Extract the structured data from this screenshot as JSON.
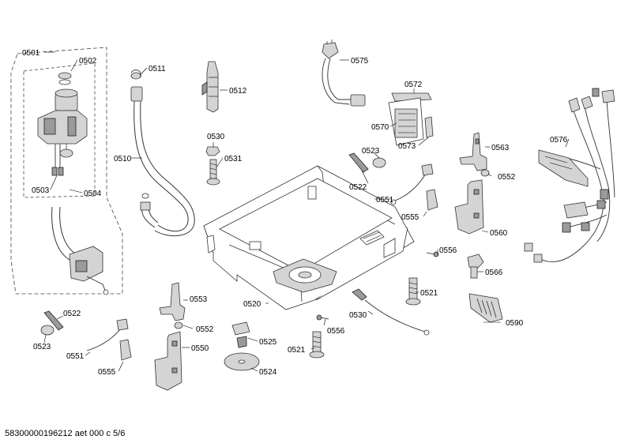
{
  "labels": {
    "p0501": "0501",
    "p0502": "0502",
    "p0503": "0503",
    "p0504": "0504",
    "p0510": "0510",
    "p0511": "0511",
    "p0512": "0512",
    "p0520": "0520",
    "p0521a": "0521",
    "p0521b": "0521",
    "p0522a": "0522",
    "p0522b": "0522",
    "p0523a": "0523",
    "p0523b": "0523",
    "p0524": "0524",
    "p0525": "0525",
    "p0530a": "0530",
    "p0530b": "0530",
    "p0531": "0531",
    "p0550": "0550",
    "p0551a": "0551",
    "p0551b": "0551",
    "p0552a": "0552",
    "p0552b": "0552",
    "p0553": "0553",
    "p0555a": "0555",
    "p0555b": "0555",
    "p0556a": "0556",
    "p0556b": "0556",
    "p0560": "0560",
    "p0563": "0563",
    "p0566": "0566",
    "p0570": "0570",
    "p0572": "0572",
    "p0573": "0573",
    "p0575": "0575",
    "p0576": "0576",
    "p0590": "0590"
  },
  "footer": "58300000196212 aet 000 c 5/6"
}
